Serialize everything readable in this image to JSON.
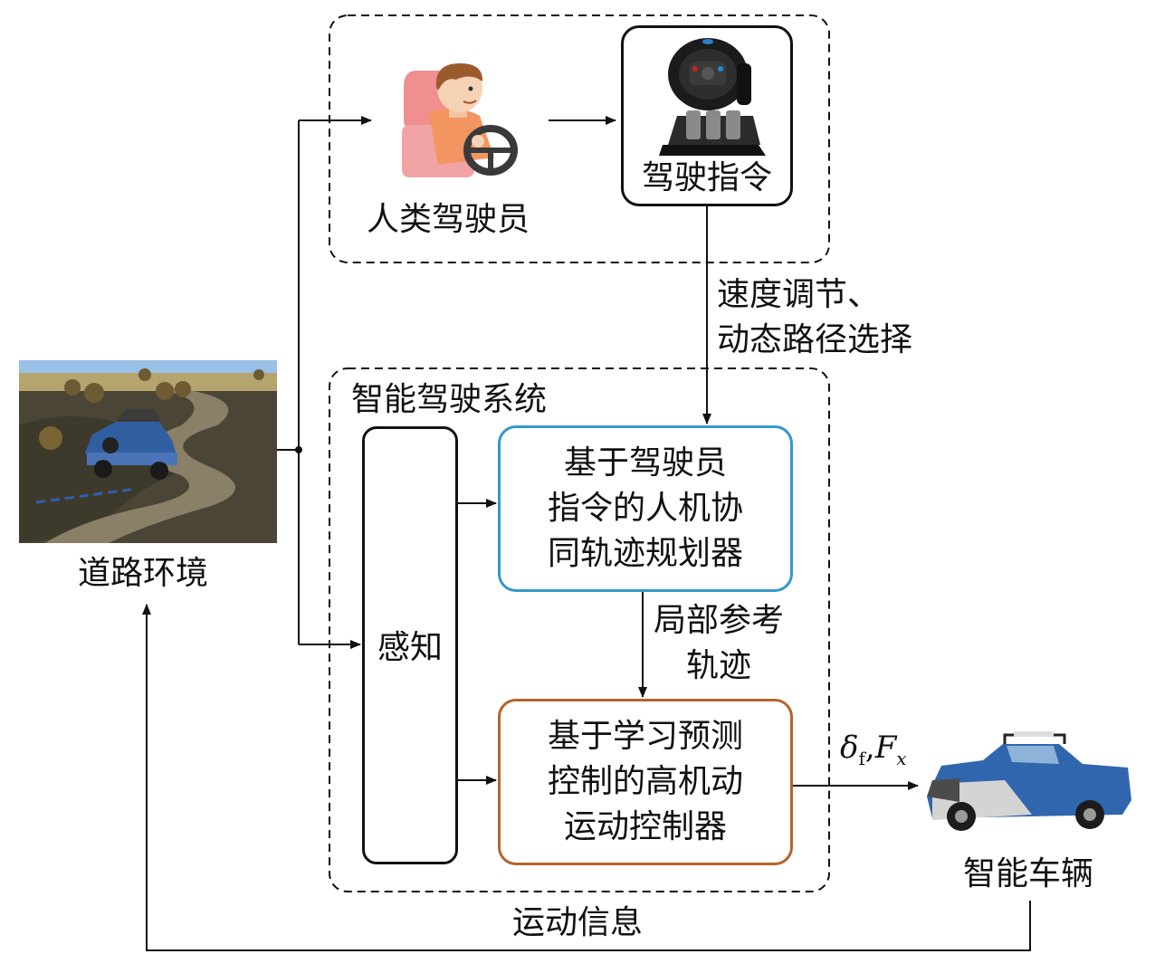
{
  "human_driver": {
    "label": "人类驾驶员"
  },
  "driving_command": {
    "label": "驾驶指令"
  },
  "command_edge": {
    "line1": "速度调节、",
    "line2": "动态路径选择"
  },
  "system": {
    "title": "智能驾驶系统"
  },
  "perception": {
    "label": "感知"
  },
  "planner": {
    "line1": "基于驾驶员",
    "line2": "指令的人机协",
    "line3": "同轨迹规划器"
  },
  "planner_edge": {
    "line1": "局部参考",
    "line2": "轨迹"
  },
  "controller": {
    "line1": "基于学习预测",
    "line2": "控制的高机动",
    "line3": "运动控制器"
  },
  "control_output": {
    "delta": "δ",
    "delta_sub": "f",
    "sep": ",",
    "force": "F",
    "force_sub": "x"
  },
  "vehicle": {
    "label": "智能车辆"
  },
  "road_env": {
    "label": "道路环境"
  },
  "feedback": {
    "label": "运动信息"
  },
  "colors": {
    "planner_border": "#3399cc",
    "controller_border": "#b4642d",
    "line": "#111111"
  }
}
